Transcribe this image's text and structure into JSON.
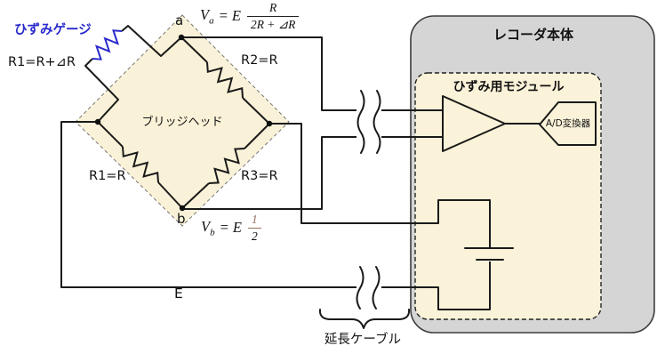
{
  "bridge": {
    "strain_gauge": "ひずみゲージ",
    "gauge_resistor": "R1=R+⊿R",
    "node_a": "a",
    "node_b": "b",
    "r2": "R2=R",
    "r1": "R1=R",
    "r3": "R3=R",
    "name": "ブリッジヘッド"
  },
  "formula_a": {
    "var": "V",
    "sub": "a",
    "eq": "= E",
    "num": "R",
    "den": "2R + ⊿R"
  },
  "formula_b": {
    "var": "V",
    "sub": "b",
    "eq": "= E",
    "num": "1",
    "den": "2"
  },
  "source_label": "E",
  "extension_cable": "延長ケーブル",
  "recorder": {
    "title": "レコーダ本体",
    "module_title": "ひずみ用モジュール",
    "ad_converter": "A/D変換器"
  },
  "colors": {
    "gauge_blue": "#2a2acc",
    "bridge_fill": "#faf2d8",
    "module_fill": "#fbf3d9",
    "recorder_fill": "#d5d5d5",
    "wire": "#1a1a1a",
    "vb_accent": "#9b6f62"
  }
}
